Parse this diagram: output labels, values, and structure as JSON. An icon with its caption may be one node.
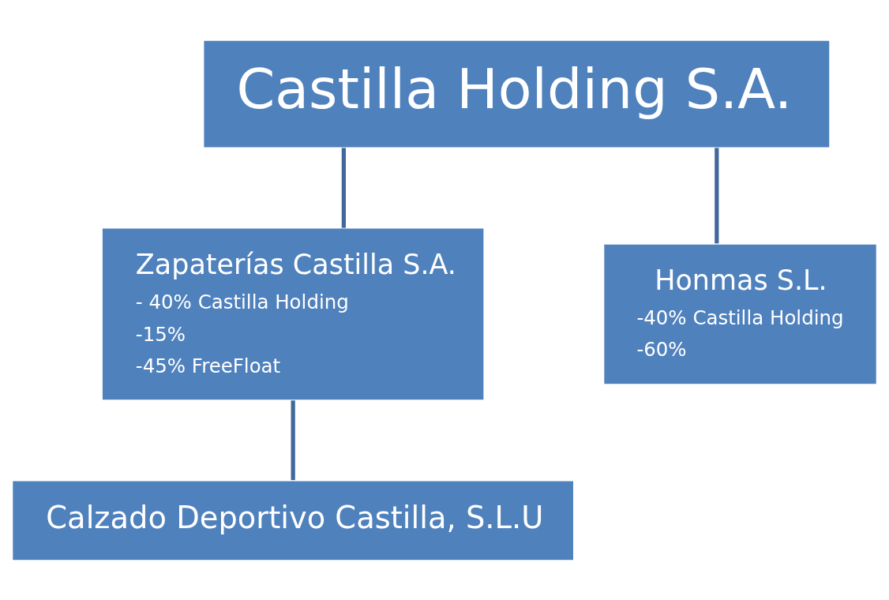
{
  "diagram": {
    "nodes": [
      {
        "text": [
          "Castilla Holding S.A."
        ]
      },
      {
        "text": [
          "Zapaterías Castilla S.A.",
          "- 40% Castilla Holding",
          "-15%",
          "-45% FreeFloat"
        ]
      },
      {
        "text": [
          "Honmas S.L.",
          "-40% Castilla Holding",
          "-60%"
        ]
      },
      {
        "text": [
          "Calzado Deportivo Castilla, S.L.U"
        ]
      }
    ],
    "edges": [
      {
        "from": 0,
        "to": 1,
        "arrow": "none"
      },
      {
        "from": 0,
        "to": 2,
        "arrow": "none"
      },
      {
        "from": 1,
        "to": 3,
        "arrow": "none"
      }
    ]
  }
}
